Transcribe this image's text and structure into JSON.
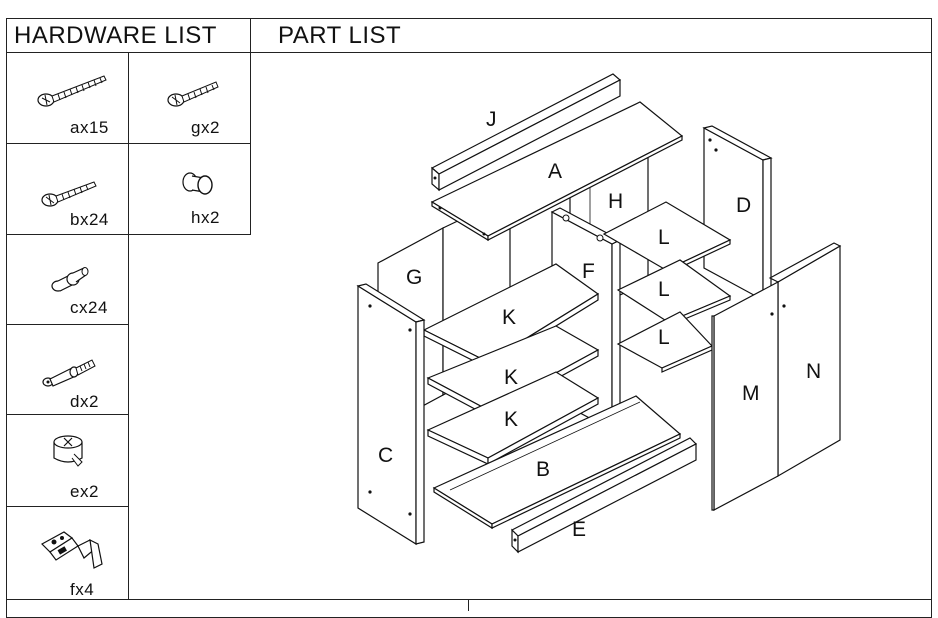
{
  "header": {
    "hardware_title": "HARDWARE  LIST",
    "part_title": "PART LIST"
  },
  "hardware": [
    {
      "label": "ax15",
      "icon": "long-screw-icon"
    },
    {
      "label": "gx2",
      "icon": "short-screw-icon"
    },
    {
      "label": "bx24",
      "icon": "screw-icon"
    },
    {
      "label": "hx2",
      "icon": "knob-icon"
    },
    {
      "label": "cx24",
      "icon": "dowel-pin-icon"
    },
    {
      "label": "dx2",
      "icon": "cam-bolt-icon"
    },
    {
      "label": "ex2",
      "icon": "cam-lock-icon"
    },
    {
      "label": "fx4",
      "icon": "hinge-icon"
    }
  ],
  "parts": {
    "A": "A",
    "B": "B",
    "C": "C",
    "D": "D",
    "E": "E",
    "F": "F",
    "G": "G",
    "H": "H",
    "J": "J",
    "K1": "K",
    "K2": "K",
    "K3": "K",
    "L1": "L",
    "L2": "L",
    "L3": "L",
    "M": "M",
    "N": "N"
  }
}
